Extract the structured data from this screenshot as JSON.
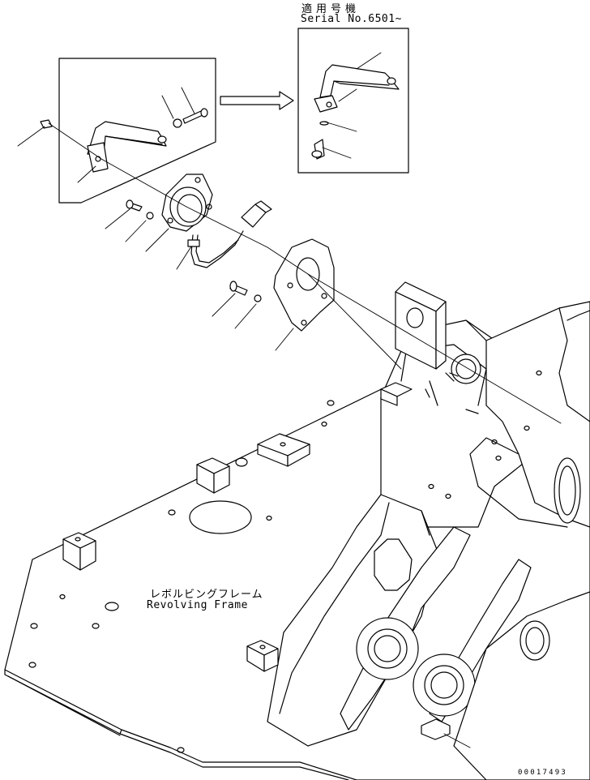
{
  "labels": {
    "serial_japanese": "適用号機",
    "serial_english": "Serial No.6501~",
    "frame_japanese": "レボルビングフレーム",
    "frame_english": "Revolving Frame",
    "document_number": "00017493"
  },
  "icons": {
    "change_arrow": "right-arrow-icon"
  },
  "colors": {
    "line": "#000000",
    "background": "#ffffff"
  }
}
